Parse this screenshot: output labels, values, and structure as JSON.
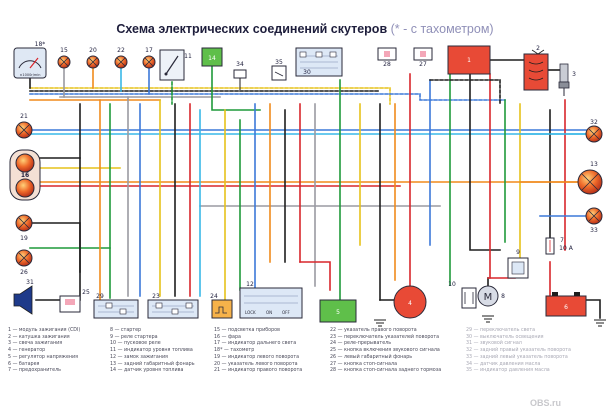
{
  "title": "Схема электрических соединений скутеров",
  "subtitle": "(* - с тахометром)",
  "watermark": "OBS.ru",
  "component_numbers": {
    "n1": "1",
    "n2": "2",
    "n3": "3",
    "n4": "4",
    "n5": "5",
    "n6": "6",
    "n7": "7",
    "n8": "8",
    "n9": "9",
    "n10": "10",
    "n11": "11",
    "n12": "12",
    "n13": "13",
    "n14": "14",
    "n15": "15",
    "n16": "16",
    "n17": "17",
    "n18": "18*",
    "n19": "19",
    "n20": "20",
    "n21": "21",
    "n22": "22",
    "n23": "23",
    "n24": "24",
    "n25": "25",
    "n26": "26",
    "n27": "27",
    "n28": "28",
    "n29": "29",
    "n30": "30",
    "n31": "31",
    "n32": "32",
    "n33": "33",
    "n34": "34",
    "n35": "35"
  },
  "fuse_label": "10 A",
  "gauge_label": "×1000r/min",
  "lock_labels": [
    "LOCK",
    "ON",
    "OFF"
  ],
  "legend": [
    [
      "1 — модуль зажигания (CDI)",
      "2 — катушка зажигания",
      "3 — свеча зажигания",
      "4 — генератор",
      "5 — регулятор напряжения",
      "6 — батарея",
      "7 — предохранитель"
    ],
    [
      "8 — стартер",
      "9 — реле стартера",
      "10 — пусковое реле",
      "11 — индикатор уровня топлива",
      "12 — замок зажигания",
      "13 — задний габаритный фонарь",
      "14 — датчик уровня топлива"
    ],
    [
      "15 — подсветка приборов",
      "16 — фара",
      "17 — индикатор дальнего света",
      "18* — тахометр",
      "19 — индикатор левого поворота",
      "20 — указатель левого поворота",
      "21 — индикатор правого поворота"
    ],
    [
      "22 — указатель правого поворота",
      "23 — переключатель указателей поворота",
      "24 — реле-прерыватель",
      "25 — кнопка включения звукового сигнала",
      "26 — левый габаритный фонарь",
      "27 — кнопка стоп-сигнала",
      "28 — кнопка стоп-сигнала заднего тормоза"
    ],
    [
      "29 — переключатель света",
      "30 — выключатель освещения",
      "31 — звуковой сигнал",
      "32 — задний правый указатель поворота",
      "33 — задний левый указатель поворота",
      "34 — датчик давления масла",
      "35 — индикатор давления масла"
    ]
  ],
  "colors": {
    "red": "#d8262c",
    "blue": "#3c78d8",
    "green": "#1f9a3a",
    "yellow": "#e6c21a",
    "orange": "#f08a1c",
    "black": "#1e1e1e",
    "brown": "#8a4a1c",
    "skyblue": "#38b8e8",
    "grey": "#9a9aa2",
    "lamp": "#e85a2a",
    "module": "#e84a36"
  }
}
